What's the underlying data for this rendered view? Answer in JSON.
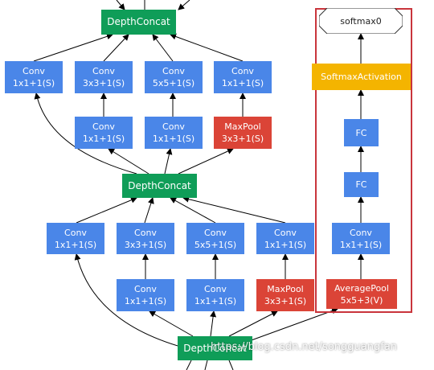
{
  "nodes": {
    "top_concat": "DepthConcat",
    "mid_concat": "DepthConcat",
    "bottom_concat": "DepthConcat",
    "top_row": {
      "conv1": "Conv\n1x1+1(S)",
      "conv3": "Conv\n3x3+1(S)",
      "conv5": "Conv\n5x5+1(S)",
      "conv1b": "Conv\n1x1+1(S)",
      "red1": "Conv\n1x1+1(S)",
      "red2": "Conv\n1x1+1(S)",
      "pool": "MaxPool\n3x3+1(S)"
    },
    "bottom_row": {
      "conv1": "Conv\n1x1+1(S)",
      "conv3": "Conv\n3x3+1(S)",
      "conv5": "Conv\n5x5+1(S)",
      "conv1b": "Conv\n1x1+1(S)",
      "red1": "Conv\n1x1+1(S)",
      "red2": "Conv\n1x1+1(S)",
      "pool": "MaxPool\n3x3+1(S)"
    },
    "aux": {
      "softmax": "softmax0",
      "activation": "SoftmaxActivation",
      "fc2": "FC",
      "fc1": "FC",
      "conv": "Conv\n1x1+1(S)",
      "avgpool": "AveragePool\n5x5+3(V)"
    }
  },
  "watermark": "https://blog.csdn.net/songguangfan",
  "colors": {
    "conv": "#4a86e8",
    "pool": "#db4437",
    "concat": "#0f9d58",
    "activation": "#f4b400",
    "highlight": "#c9353c"
  }
}
